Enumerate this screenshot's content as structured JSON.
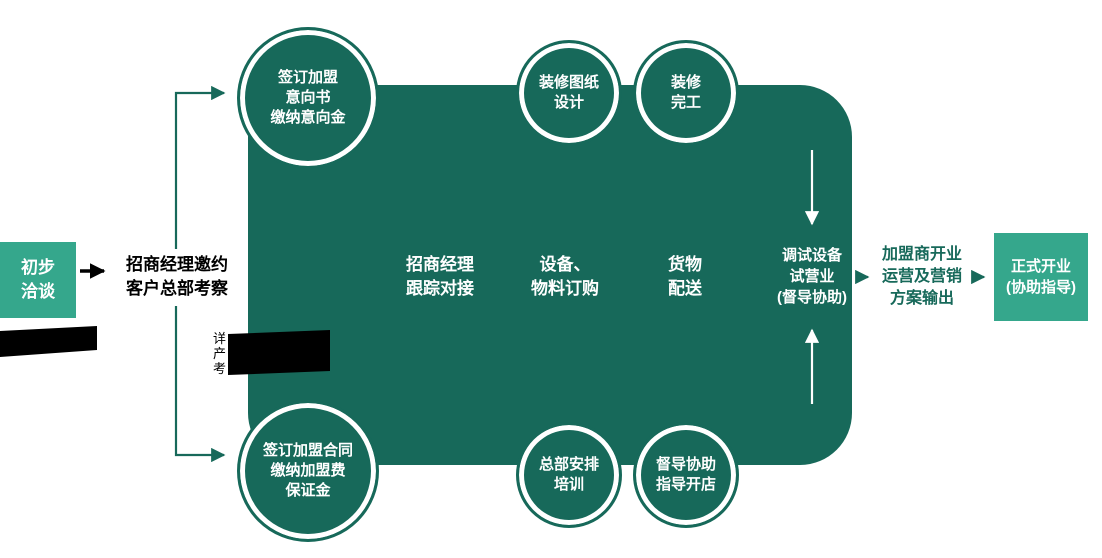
{
  "palette": {
    "teal": "#35A78C",
    "dark": "#17695A",
    "black": "#000000",
    "white": "#FFFFFF"
  },
  "start_box": {
    "lines": [
      "初步",
      "洽谈"
    ]
  },
  "invite_step": {
    "lines": [
      "招商经理邀约",
      "客户总部考察"
    ]
  },
  "note": {
    "lines": [
      "详",
      "产",
      "考"
    ]
  },
  "circles": [
    {
      "id": "sign-loi",
      "lines": [
        "签订加盟",
        "意向书",
        "缴纳意向金"
      ]
    },
    {
      "id": "design",
      "lines": [
        "装修图纸",
        "设计"
      ]
    },
    {
      "id": "decor-done",
      "lines": [
        "装修",
        "完工"
      ]
    },
    {
      "id": "sign-contract",
      "lines": [
        "签订加盟合同",
        "缴纳加盟费",
        "保证金"
      ]
    },
    {
      "id": "hq-training",
      "lines": [
        "总部安排",
        "培训"
      ]
    },
    {
      "id": "open-assist",
      "lines": [
        "督导协助",
        "指导开店"
      ]
    }
  ],
  "panel_steps": [
    {
      "id": "manager-follow",
      "lines": [
        "招商经理",
        "跟踪对接"
      ]
    },
    {
      "id": "equipment",
      "lines": [
        "设备、",
        "物料订购"
      ]
    },
    {
      "id": "delivery",
      "lines": [
        "货物",
        "配送"
      ]
    },
    {
      "id": "trial-run",
      "lines": [
        "调试设备",
        "试营业",
        "(督导协助)"
      ]
    }
  ],
  "outcome_step": {
    "lines": [
      "加盟商开业",
      "运营及营销",
      "方案输出"
    ]
  },
  "final_box": {
    "lines": [
      "正式开业",
      "(协助指导)"
    ]
  }
}
